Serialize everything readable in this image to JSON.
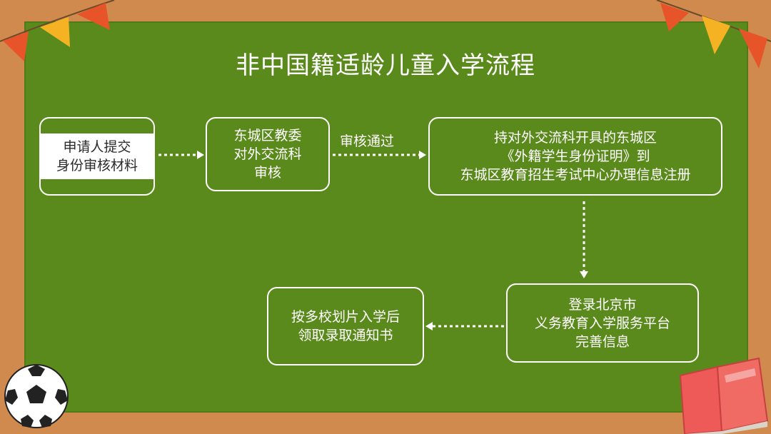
{
  "title": "非中国籍适龄儿童入学流程",
  "steps": {
    "apply": {
      "line1": "申请人提交",
      "line2": "身份审核材料"
    },
    "review": {
      "line1": "东城区教委",
      "line2": "对外交流科",
      "line3": "审核"
    },
    "review_pass": "审核通过",
    "cert": {
      "line1": "持对外交流科开具的东城区",
      "line2": "《外籍学生身份证明》到",
      "line3": "东城区教育招生考试中心办理信息注册"
    },
    "platform": {
      "line1": "登录北京市",
      "line2": "义务教育入学服务平台",
      "line3": "完善信息"
    },
    "notice": {
      "line1": "按多校划片入学后",
      "line2": "领取录取通知书"
    }
  },
  "colors": {
    "board": "#5b8a1c",
    "frame": "#d08a4e",
    "flag_red": "#e8542a",
    "flag_yellow": "#f5b323",
    "book": "#ee5a57"
  },
  "icons": [
    "bunting-left",
    "bunting-right",
    "soccer-ball",
    "book"
  ]
}
